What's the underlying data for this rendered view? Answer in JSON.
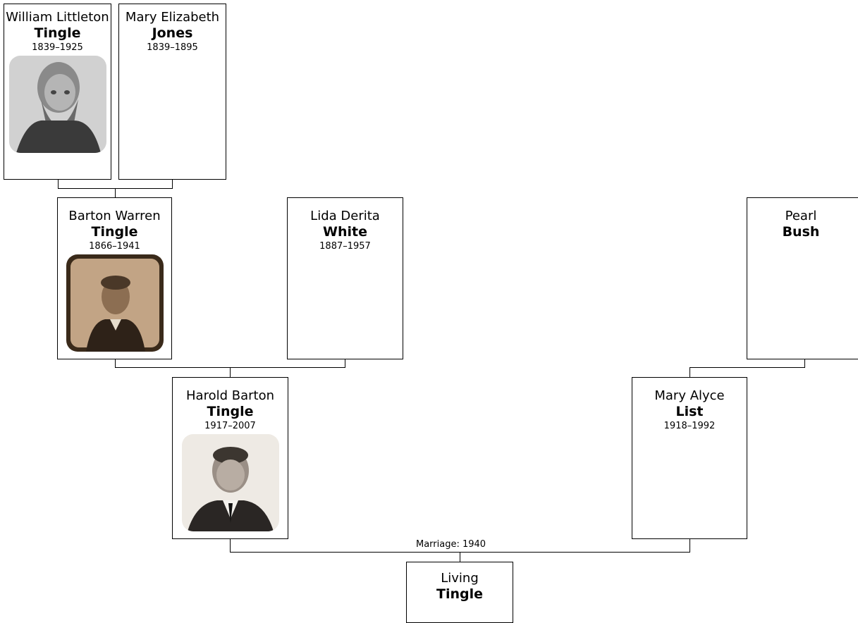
{
  "tree": {
    "persons": {
      "william": {
        "given": "William Littleton",
        "surname": "Tingle",
        "dates": "1839–1925",
        "photo": "portrait-photo"
      },
      "mary_e": {
        "given": "Mary Elizabeth",
        "surname": "Jones",
        "dates": "1839–1895"
      },
      "barton": {
        "given": "Barton Warren",
        "surname": "Tingle",
        "dates": "1866–1941",
        "photo": "portrait-photo"
      },
      "lida": {
        "given": "Lida Derita",
        "surname": "White",
        "dates": "1887–1957"
      },
      "pearl": {
        "given": "Pearl",
        "surname": "Bush",
        "dates": ""
      },
      "harold": {
        "given": "Harold Barton",
        "surname": "Tingle",
        "dates": "1917–2007",
        "photo": "portrait-photo"
      },
      "mary_a": {
        "given": "Mary Alyce",
        "surname": "List",
        "dates": "1918–1992"
      },
      "living": {
        "given": "Living",
        "surname": "Tingle",
        "dates": ""
      }
    },
    "marriage_label": "Marriage: 1940",
    "colors": {
      "line": "#000000",
      "box_border": "#000000",
      "background": "#ffffff"
    }
  }
}
